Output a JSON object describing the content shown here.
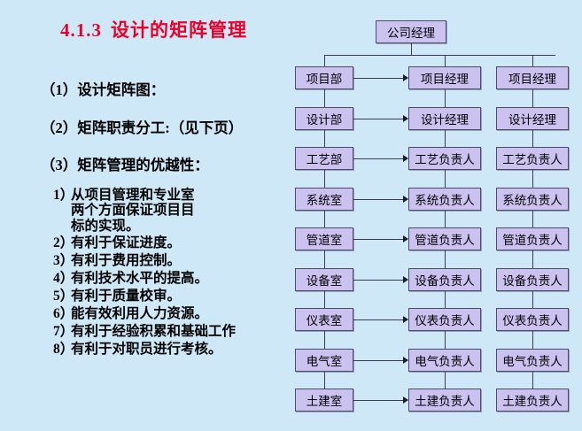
{
  "slide": {
    "background_color": "#cfe8f7",
    "title_color": "#e8002a",
    "node_fill_color": "#ccc2f0",
    "node_border_color": "#4a4a6a"
  },
  "title": {
    "number": "4.1.3",
    "text": "设计的矩阵管理"
  },
  "left_content": {
    "items": [
      {
        "label": "（1）设计矩阵图："
      },
      {
        "label": "（2）矩阵职责分工:（见下页）"
      },
      {
        "label": "（3）矩阵管理的优越性："
      }
    ],
    "sub_items": [
      {
        "marker": "1）",
        "text": "从项目管理和专业室\n两个方面保证项目目\n标的实现。"
      },
      {
        "marker": "2）",
        "text": "有利于保证进度。"
      },
      {
        "marker": "3）",
        "text": "有利于费用控制。"
      },
      {
        "marker": "4）",
        "text": "有利技术水平的提高。"
      },
      {
        "marker": "5）",
        "text": "有利于质量校审。"
      },
      {
        "marker": "6）",
        "text": "能有效利用人力资源。"
      },
      {
        "marker": "7）",
        "text": "有利于经验积累和基础工作"
      },
      {
        "marker": "8）",
        "text": "有利于对职员进行考核。"
      }
    ]
  },
  "diagram": {
    "root": {
      "label": "公司经理"
    },
    "columns": [
      {
        "name": "departments",
        "nodes": [
          {
            "label": "项目部"
          },
          {
            "label": "设计部"
          },
          {
            "label": "工艺部"
          },
          {
            "label": "系统室"
          },
          {
            "label": "管道室"
          },
          {
            "label": "设备室"
          },
          {
            "label": "仪表室"
          },
          {
            "label": "电气室"
          },
          {
            "label": "土建室"
          }
        ]
      },
      {
        "name": "project-a-roles",
        "nodes": [
          {
            "label": "项目经理"
          },
          {
            "label": "设计经理"
          },
          {
            "label": "工艺负责人"
          },
          {
            "label": "系统负责人"
          },
          {
            "label": "管道负责人"
          },
          {
            "label": "设备负责人"
          },
          {
            "label": "仪表负责人"
          },
          {
            "label": "电气负责人"
          },
          {
            "label": "土建负责人"
          }
        ]
      },
      {
        "name": "project-b-roles",
        "nodes": [
          {
            "label": "项目经理"
          },
          {
            "label": "设计经理"
          },
          {
            "label": "工艺负责人"
          },
          {
            "label": "系统负责人"
          },
          {
            "label": "管道负责人"
          },
          {
            "label": "设备负责人"
          },
          {
            "label": "仪表负责人"
          },
          {
            "label": "电气负责人"
          },
          {
            "label": "土建负责人"
          }
        ]
      }
    ]
  }
}
